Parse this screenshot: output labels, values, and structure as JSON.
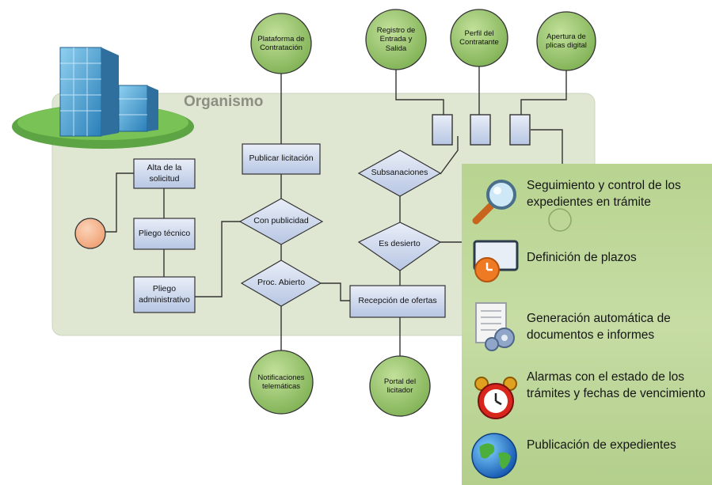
{
  "organization_label": "Organismo",
  "process_boxes": {
    "alta": "Alta de la solicitud",
    "pliego_tecnico": "Pliego técnico",
    "pliego_administrativo": "Pliego administrativo",
    "publicar": "Publicar licitación",
    "recepcion": "Recepción de ofertas"
  },
  "decisions": {
    "con_publicidad": "Con publicidad",
    "proc_abierto": "Proc. Abierto",
    "subsanaciones": "Subsanaciones",
    "es_desierto": "Es desierto"
  },
  "external_systems": {
    "plataforma": "Plataforma de Contratación",
    "registro": "Registro de Entrada y Salida",
    "perfil": "Perfil del Contratante",
    "apertura": "Apertura de plicas digital",
    "notificaciones": "Notificaciones telemáticas",
    "portal": "Portal del licitador"
  },
  "features": [
    {
      "text": "Seguimiento y control de los expedientes en trámite",
      "icon": "magnifier-icon"
    },
    {
      "text": "Definición de plazos",
      "icon": "clock-monitor-icon"
    },
    {
      "text": "Generación automática de documentos e informes",
      "icon": "document-gears-icon"
    },
    {
      "text": "Alarmas con el estado de los trámites y fechas de vencimiento",
      "icon": "alarm-clock-icon"
    },
    {
      "text": "Publicación de expedientes",
      "icon": "globe-icon"
    }
  ],
  "colors": {
    "organization_area": "#dfe7d2",
    "box_fill": "#c9d5ec",
    "circle_fill": "#9cc970",
    "panel_fill": "#bcd69a",
    "start_node": "#f3b58f"
  }
}
